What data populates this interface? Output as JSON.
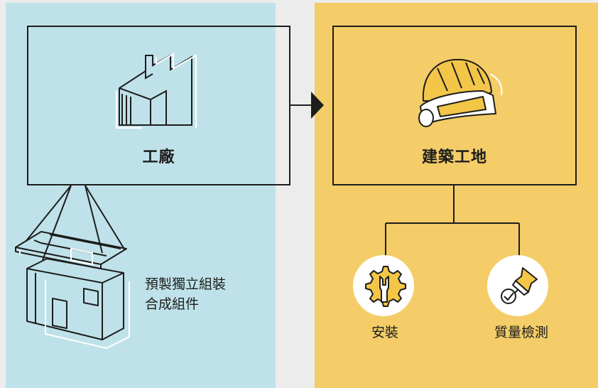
{
  "factory": {
    "title": "工廠",
    "module_label_line1": "預製獨立組裝",
    "module_label_line2": "合成組件",
    "icon": "factory-icon",
    "module_icon": "modular-unit-crane-icon"
  },
  "site": {
    "title": "建築工地",
    "icon": "hard-hat-blueprint-icon",
    "children": [
      {
        "label": "安裝",
        "icon": "wrench-gear-icon"
      },
      {
        "label": "質量檢測",
        "icon": "pushpin-check-icon"
      }
    ]
  },
  "colors": {
    "factory_panel": "#bfe2ea",
    "site_panel": "#f4cd68",
    "background": "#ececec",
    "stroke": "#1d1d1b",
    "icon_accent": "#f3c648"
  }
}
